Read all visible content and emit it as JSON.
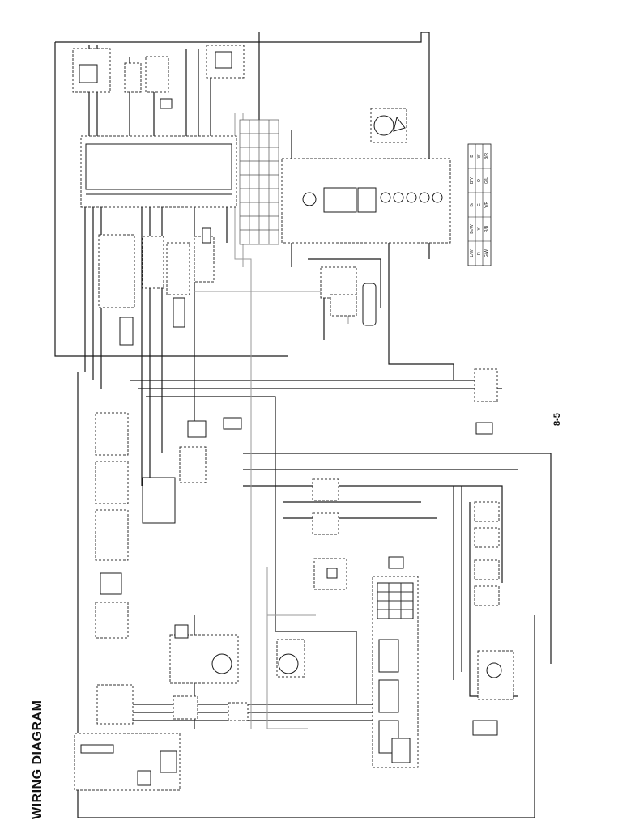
{
  "page": {
    "title": "WIRING DIAGRAM",
    "page_number": "8-5"
  },
  "colors": {
    "wire": "#1a1a1a",
    "wire_light": "#9a9a9a",
    "frame": "#333333",
    "background": "#ffffff"
  },
  "color_code_table": {
    "rows": [
      [
        "B",
        "W",
        "B/R"
      ],
      [
        "B/Y",
        "O",
        "G/L"
      ],
      [
        "Br",
        "G",
        "Y/R"
      ],
      [
        "Br/W",
        "Y",
        "R/B"
      ],
      [
        "L/W",
        "R",
        "G/W"
      ]
    ]
  }
}
